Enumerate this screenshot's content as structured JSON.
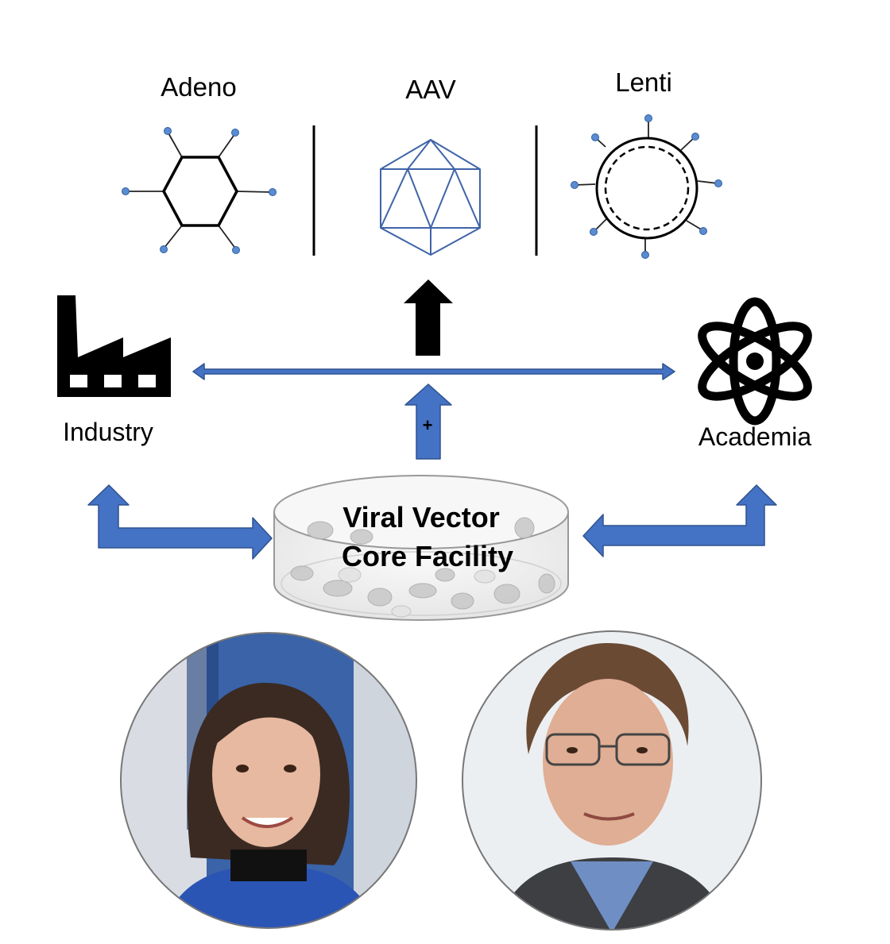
{
  "vectors": [
    {
      "label": "Adeno",
      "icon": "adenovirus-icon"
    },
    {
      "label": "AAV",
      "icon": "aav-icon"
    },
    {
      "label": "Lenti",
      "icon": "lentivirus-icon"
    }
  ],
  "sectors": {
    "industry": {
      "label": "Industry",
      "icon": "factory-icon"
    },
    "academia": {
      "label": "Academia",
      "icon": "atom-icon"
    }
  },
  "core_facility": {
    "line1": "Viral Vector",
    "line2": "Core Facility",
    "icon": "petri-dish-icon"
  },
  "plus_sign": "+",
  "people": [
    {
      "icon": "portrait-woman",
      "background": "#2f5aa0"
    },
    {
      "icon": "portrait-man",
      "background": "#eceff2"
    }
  ],
  "colors": {
    "arrow_blue": "#4472c4",
    "arrow_blue_stroke": "#2f528f",
    "accent_dot": "#5b8bd0",
    "black": "#000000"
  }
}
